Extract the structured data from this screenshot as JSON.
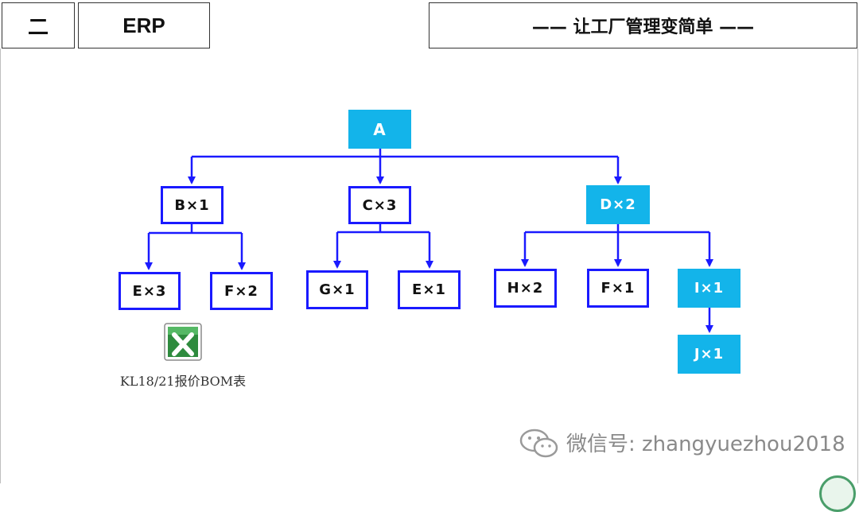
{
  "header": {
    "section_number": "二",
    "section_name": "ERP",
    "slogan": "—— 让工厂管理变简单 ——"
  },
  "bom_tree": {
    "root": "A",
    "level1": [
      "B×1",
      "C×3",
      "D×2"
    ],
    "level2_b": [
      "E×3",
      "F×2"
    ],
    "level2_c": [
      "G×1",
      "E×1"
    ],
    "level2_d": [
      "H×2",
      "F×1",
      "I×1"
    ],
    "level3_i": [
      "J×1"
    ]
  },
  "attachment": {
    "icon": "excel-file-icon",
    "filename": "KL18/21报价BOM表"
  },
  "watermark": {
    "icon": "wechat-icon",
    "text": "微信号: zhangyuezhou2018"
  },
  "colors": {
    "outline_border": "#1a1aff",
    "filled_node": "#13b4ea",
    "connector": "#1a1aff"
  }
}
